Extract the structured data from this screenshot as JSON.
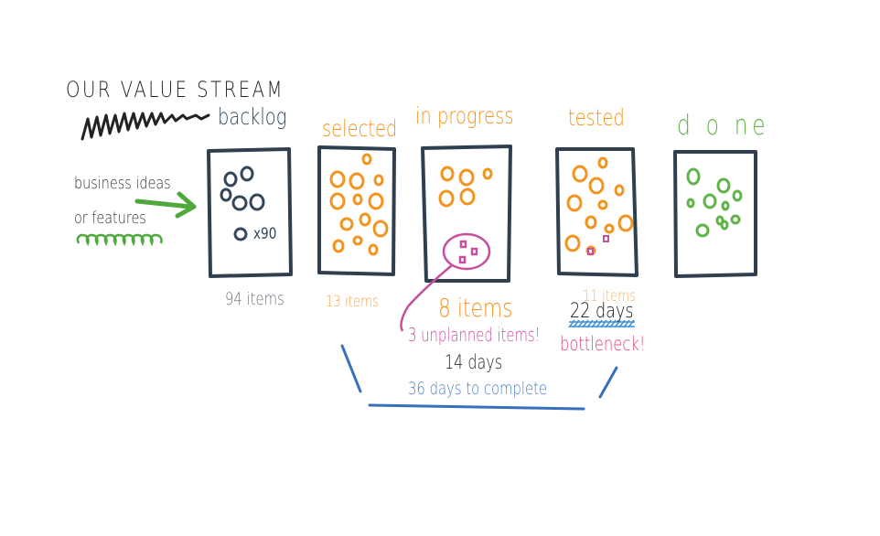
{
  "title": "OUR VALUE STREAM",
  "input_label_line1": "business ideas",
  "input_label_line2": "or features",
  "columns": [
    {
      "name": "backlog",
      "count_label": "94 items",
      "extra": "x90",
      "color": "#33475b"
    },
    {
      "name": "selected",
      "count_label": "13 items",
      "color": "#f2941e"
    },
    {
      "name": "in progress",
      "count_label": "8 items",
      "color": "#f2941e"
    },
    {
      "name": "tested",
      "count_label": "11 items",
      "color": "#f2941e"
    },
    {
      "name": "d o ne",
      "color": "#5fb448"
    }
  ],
  "annotations": {
    "unplanned": "3 unplanned items!",
    "in_progress_days": "14 days",
    "total_days": "36 days to complete",
    "tested_days": "22 days",
    "bottleneck": "bottleneck!"
  },
  "colors": {
    "box": "#2f3f4f",
    "orange": "#f2941e",
    "green": "#5fb448",
    "magenta": "#c7509e",
    "blue": "#4a7fc5",
    "pink": "#d94b78"
  }
}
